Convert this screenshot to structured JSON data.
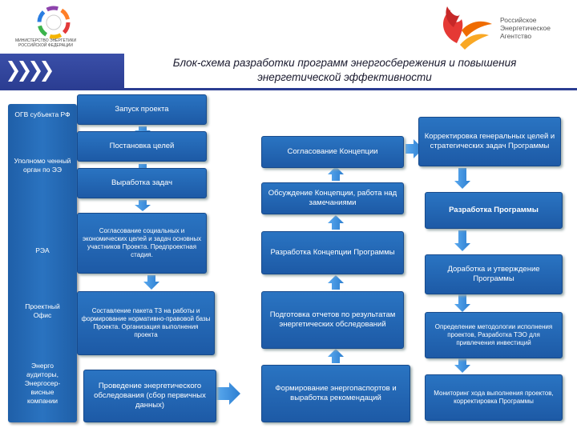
{
  "header": {
    "left_logo": {
      "icon": "ministry-energy-logo",
      "text": "МИНИСТЕРСТВО ЭНЕРГЕТИКИ РОССИЙСКОЙ ФЕДЕРАЦИИ"
    },
    "right_logo": {
      "icon": "rea-phoenix-logo",
      "line1": "Российское",
      "line2": "Энергетическое",
      "line3": "Агентство"
    },
    "title_line1": "Блок-схема разработки программ энергосбережения и повышения",
    "title_line2": "энергетической эффективности"
  },
  "sidebar": [
    {
      "label": "ОГВ субъекта РФ"
    },
    {
      "label": "Уполномо ченный орган по ЭЭ"
    },
    {
      "label": "РЭА"
    },
    {
      "label": "Проектный Офис"
    },
    {
      "label": "Энерго аудиторы, Энергосер-висные компании"
    }
  ],
  "column1": [
    "Запуск проекта",
    "Постановка целей",
    "Выработка задач",
    "Согласование социальных и экономических целей и задач основных участников Проекта. Предпроектная стадия.",
    "Составление пакета ТЗ на работы и формирование нормативно-правовой базы Проекта. Организация выполнения проекта",
    "Проведение энергетического обследования (сбор первичных данных)"
  ],
  "column2": [
    "Согласование Концепции",
    "Обсуждение Концепции, работа над замечаниями",
    "Разработка Концепции Программы",
    "Подготовка отчетов по результатам энергетических обследований",
    "Формирование энергопаспортов и выработка рекомендаций"
  ],
  "column3": [
    "Корректировка генеральных целей и стратегических задач Программы",
    "Разработка Программы",
    "Доработка и утверждение Программы",
    "Определение методологии исполнения проектов, Разработка ТЭО для привлечения инвестиций",
    "Мониторинг хода выполнения проектов, корректировка Программы"
  ],
  "colors": {
    "box": "#1d5aa6",
    "arrow": "#3d8ed8",
    "header_strip": "#2b3d92"
  }
}
